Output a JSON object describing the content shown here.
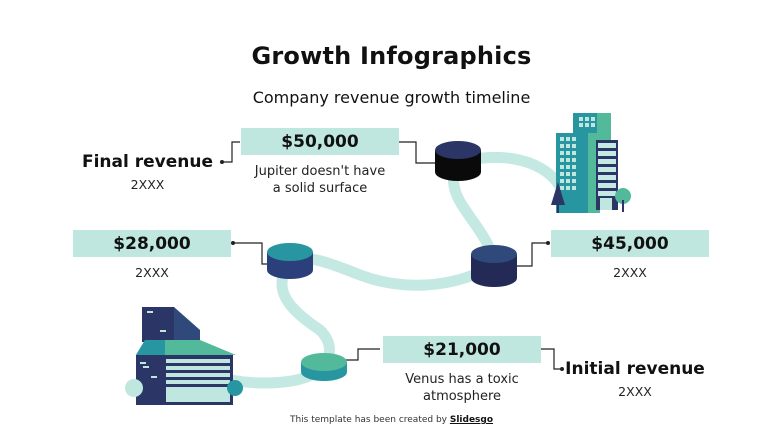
{
  "header": {
    "title": "Growth Infographics",
    "subtitle": "Company revenue growth timeline"
  },
  "milestones": [
    {
      "id": "final",
      "amount": "$50,000",
      "note_line1": "Jupiter doesn't have",
      "note_line2": "a solid surface",
      "label": "Final revenue",
      "year": "2XXX"
    },
    {
      "id": "m28",
      "amount": "$28,000",
      "year": "2XXX"
    },
    {
      "id": "m45",
      "amount": "$45,000",
      "year": "2XXX"
    },
    {
      "id": "initial",
      "amount": "$21,000",
      "note_line1": "Venus has a toxic",
      "note_line2": "atmosphere",
      "label": "Initial revenue",
      "year": "2XXX"
    }
  ],
  "footer": {
    "prefix": "This template has been created by ",
    "brand": "Slidesgo"
  },
  "colors": {
    "path": "#c4e9e2",
    "box": "#bfe7e0",
    "navy": "#2b3566",
    "dark_navy": "#232a55",
    "teal": "#2796a1",
    "green": "#52b99a",
    "black": "#0a0a0a"
  }
}
